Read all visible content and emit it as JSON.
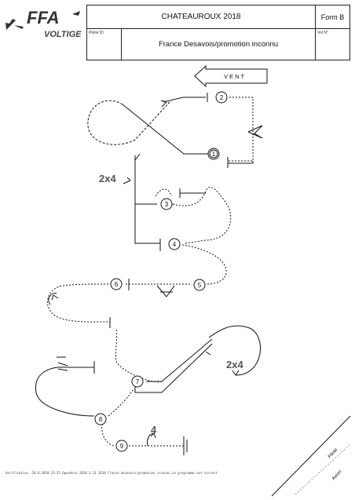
{
  "header": {
    "logo_text": "FFA VOLTIGE",
    "title": "CHATEAUROUX 2018",
    "form": "Form B",
    "pilot_id_label": "Pilote ID",
    "program_name": "France Desavois/promotion inconnu",
    "vol_label": "Vol N°"
  },
  "wind_label": "V E N T",
  "figures": [
    {
      "number": "1"
    },
    {
      "number": "2"
    },
    {
      "number": "3"
    },
    {
      "number": "4"
    },
    {
      "number": "5"
    },
    {
      "number": "6"
    },
    {
      "number": "7"
    },
    {
      "number": "8"
    },
    {
      "number": "9"
    }
  ],
  "annotations": {
    "roll_2x4_fig3": "2x4",
    "roll_2x4_fig7": "2x4",
    "roll_4_fig9": "4"
  },
  "corner_labels": {
    "pilote": "Pilote",
    "avion": "Avion"
  },
  "footer": "Verification :28-8-2018 23:55 OpenAero 2018.3.13 2018 France desavois/promotion inconnu Le programme est correct"
}
